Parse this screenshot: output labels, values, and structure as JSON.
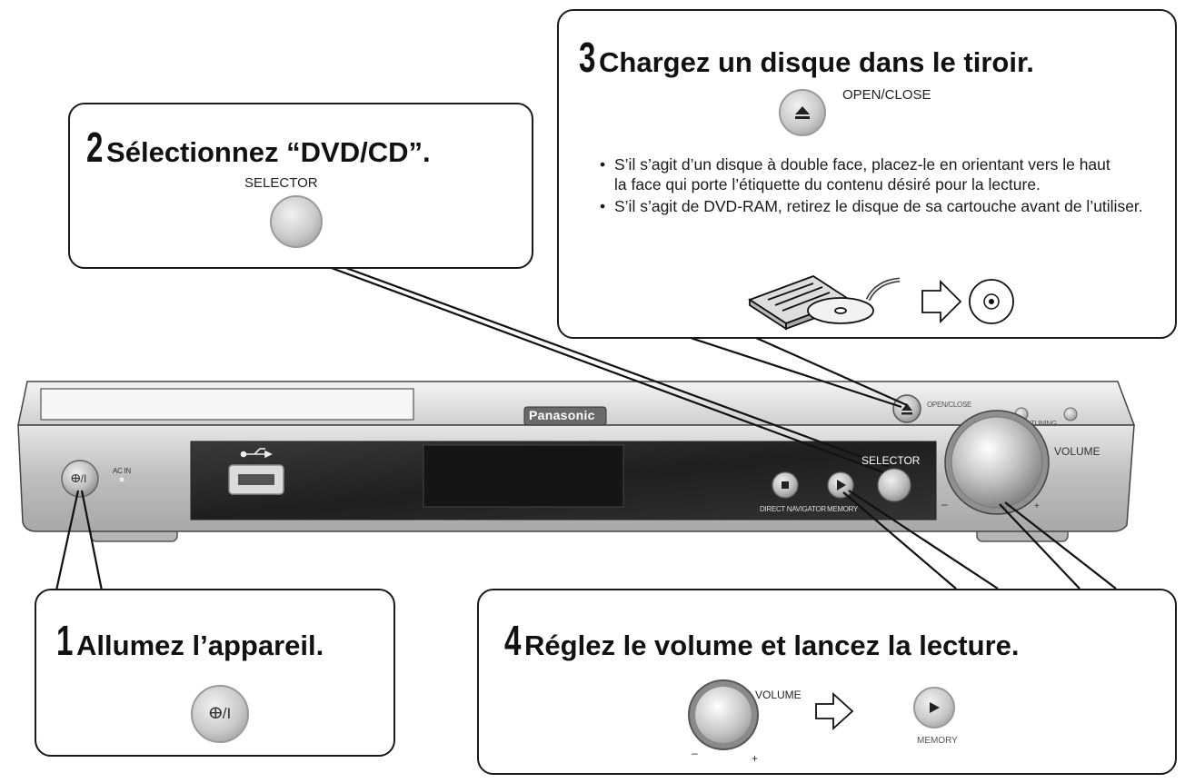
{
  "steps": {
    "step1": {
      "number": "1",
      "text": "Allumez l’appareil.",
      "button_label": "ⴲ/I"
    },
    "step2": {
      "number": "2",
      "text": "Sélectionnez “DVD/CD”.",
      "button_caption": "SELECTOR"
    },
    "step3": {
      "number": "3",
      "text": "Chargez un disque dans le tiroir.",
      "button_caption": "OPEN/CLOSE",
      "button_icon": "eject-icon",
      "bullets": [
        "S’il s’agit d’un disque à double face, placez-le en orientant vers le haut la face qui porte l’étiquette du contenu désiré pour la lecture.",
        "S’il s’agit de DVD-RAM, retirez le disque de sa cartouche avant de l’utiliser."
      ]
    },
    "step4": {
      "number": "4",
      "text": "Réglez le volume et lancez la lecture.",
      "knob_caption": "VOLUME",
      "minus": "–",
      "plus": "+",
      "play_caption": "MEMORY"
    }
  },
  "device": {
    "brand": "Panasonic",
    "power_label": "ⴲ/I",
    "ac_in": "AC IN",
    "selector_label": "SELECTOR",
    "volume_label": "VOLUME",
    "minus": "–",
    "plus": "+",
    "open_close": "OPEN/CLOSE",
    "stop_caption": "DIRECT NAVIGATOR",
    "play_caption": "MEMORY",
    "tuning_caption": "TUNING"
  },
  "colors": {
    "outline": "#1a1a1a",
    "device_body": "#cfcfcf",
    "device_panel": "#2a2a2a",
    "button_gray": "#c9c9c9"
  }
}
